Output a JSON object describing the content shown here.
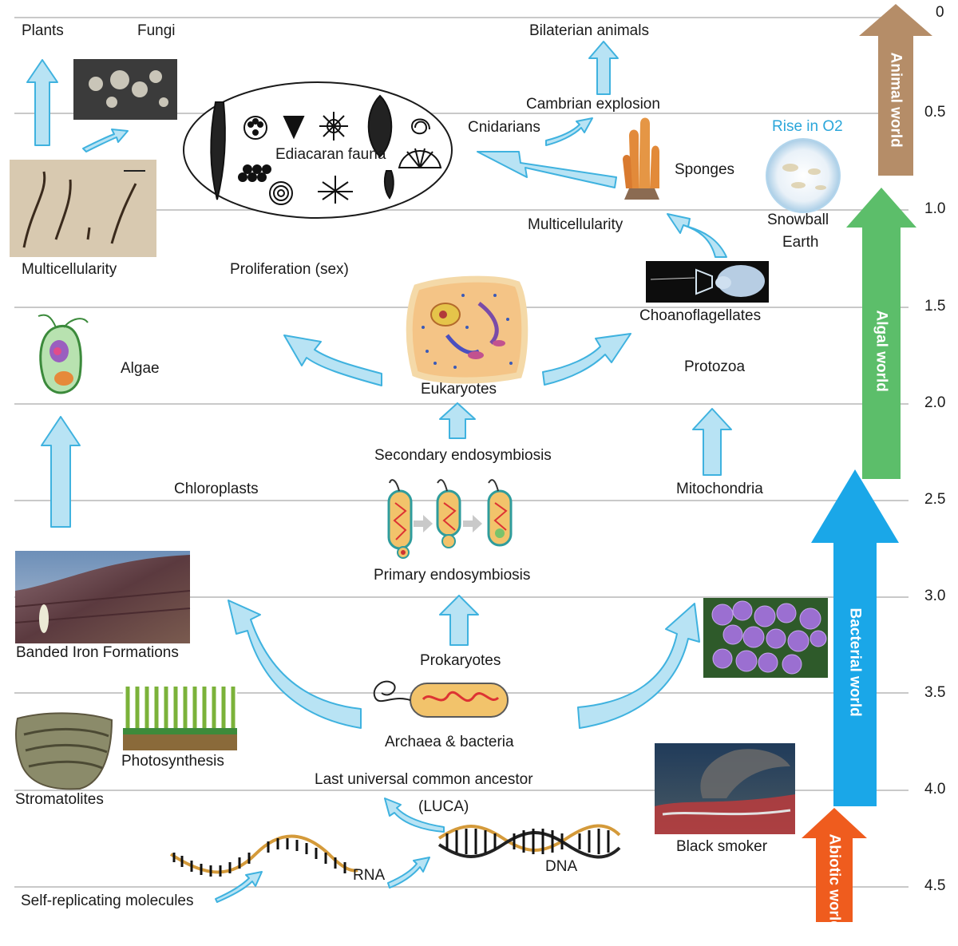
{
  "timeline": {
    "ticks": [
      "0",
      "0.5",
      "1.0",
      "1.5",
      "2.0",
      "2.5",
      "3.0",
      "3.5",
      "4.0",
      "4.5"
    ],
    "eras": [
      {
        "label": "Animal world",
        "color": "#b58d68"
      },
      {
        "label": "Algal world",
        "color": "#5cbe6a"
      },
      {
        "label": "Bacterial world",
        "color": "#1aa7e8"
      },
      {
        "label": "Abiotic world",
        "color": "#ef5c1e"
      }
    ]
  },
  "labels": {
    "plants": "Plants",
    "fungi": "Fungi",
    "bilaterian": "Bilaterian animals",
    "cambrian": "Cambrian explosion",
    "cnidarians": "Cnidarians",
    "ediacaran": "Ediacaran fauna",
    "sponges": "Sponges",
    "rise_o2": "Rise in O2",
    "snowball_1": "Snowball",
    "snowball_2": "Earth",
    "multicell_right": "Multicellularity",
    "multicell_left": "Multicellularity",
    "proliferation": "Proliferation (sex)",
    "choano": "Choanoflagellates",
    "algae": "Algae",
    "protozoa": "Protozoa",
    "eukaryotes": "Eukaryotes",
    "secondary": "Secondary endosymbiosis",
    "chloroplasts": "Chloroplasts",
    "mitochondria": "Mitochondria",
    "primary": "Primary endosymbiosis",
    "bif": "Banded Iron Formations",
    "prokaryotes": "Prokaryotes",
    "archaea": "Archaea & bacteria",
    "photosynthesis": "Photosynthesis",
    "stromatolites": "Stromatolites",
    "luca_1": "Last universal common ancestor",
    "luca_2": "(LUCA)",
    "black_smoker": "Black smoker",
    "rna": "RNA",
    "dna": "DNA",
    "self_rep": "Self-replicating molecules"
  },
  "colors": {
    "arrow_fill": "#b8e3f4",
    "arrow_stroke": "#3fb2df",
    "gridline": "#c9c9c9",
    "rise_o2_text": "#2aa6da"
  }
}
